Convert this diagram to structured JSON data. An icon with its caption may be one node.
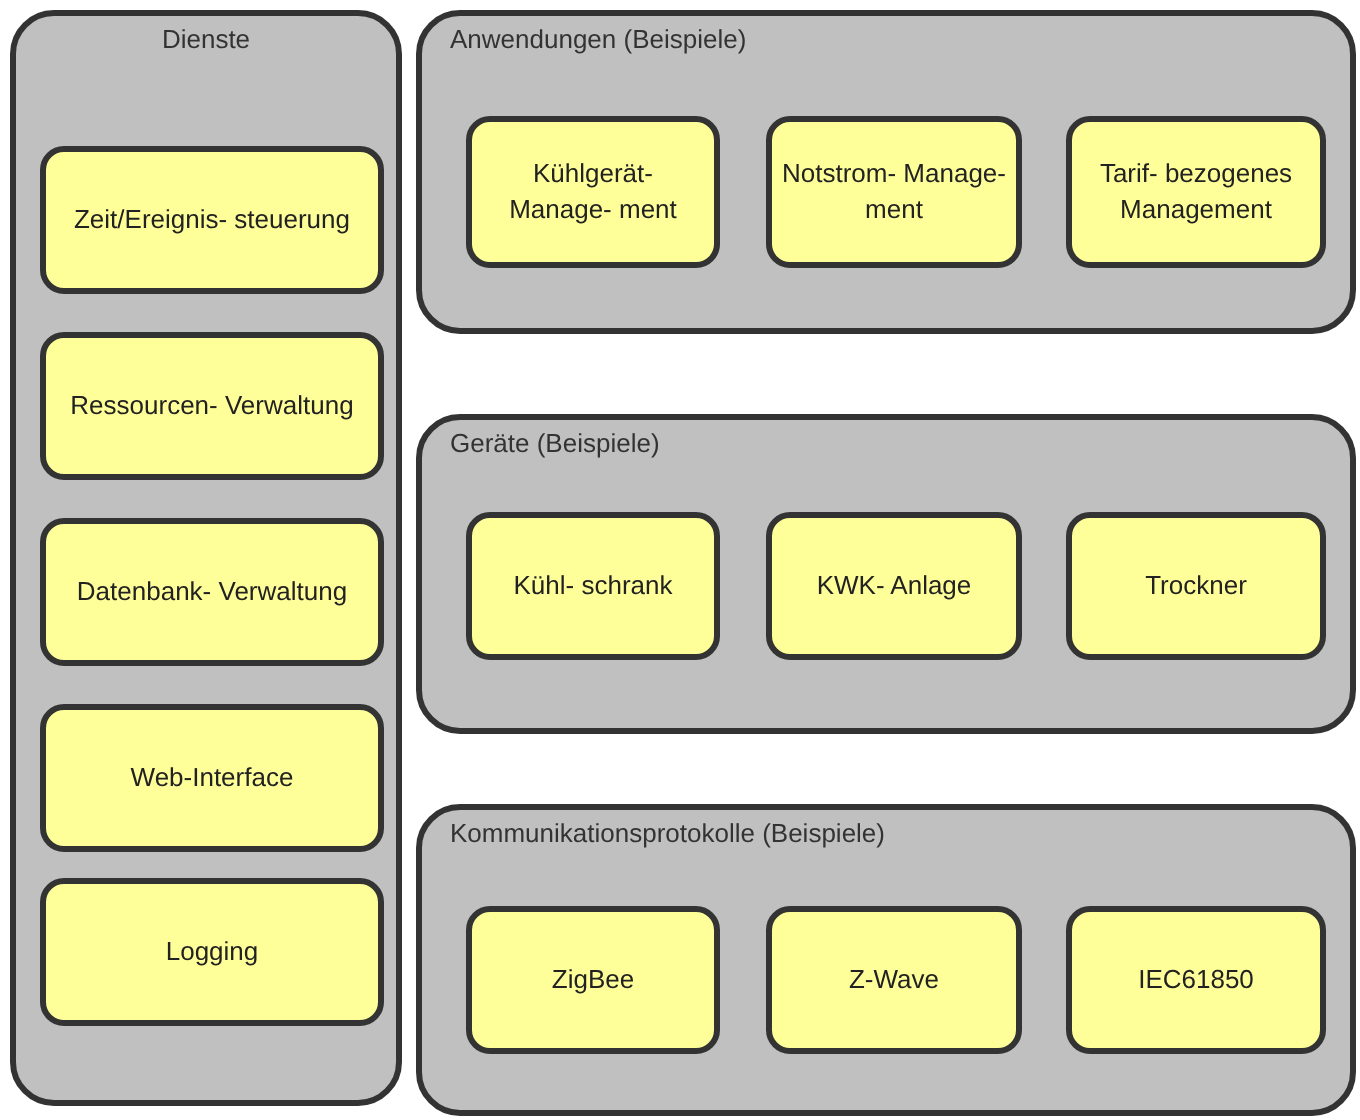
{
  "diagram": {
    "nodes": [
      {
        "text": [
          "Dienste"
        ]
      },
      {
        "text": [
          "Zeit/Ereignis- steuerung"
        ],
        "in": 0
      },
      {
        "text": [
          "Ressourcen- Verwaltung"
        ],
        "in": 0
      },
      {
        "text": [
          "Datenbank- Verwaltung"
        ],
        "in": 0
      },
      {
        "text": [
          "Web-Interface"
        ],
        "in": 0
      },
      {
        "text": [
          "Logging"
        ],
        "in": 0
      },
      {
        "text": [
          "Anwendungen (Beispiele)"
        ]
      },
      {
        "text": [
          "Kühlgerät- Manage- ment"
        ],
        "in": 6
      },
      {
        "text": [
          "Notstrom- Manage- ment"
        ],
        "in": 6
      },
      {
        "text": [
          "Tarif- bezogenes Management"
        ],
        "in": 6
      },
      {
        "text": [
          "Geräte (Beispiele)"
        ]
      },
      {
        "text": [
          "Kühl- schrank"
        ],
        "in": 10
      },
      {
        "text": [
          "KWK- Anlage"
        ],
        "in": 10
      },
      {
        "text": [
          "Trockner"
        ],
        "in": 10
      },
      {
        "text": [
          "Kommunikationsprotokolle (Beispiele)"
        ]
      },
      {
        "text": [
          "ZigBee"
        ],
        "in": 14
      },
      {
        "text": [
          "Z-Wave"
        ],
        "in": 14
      },
      {
        "text": [
          "IEC61850"
        ],
        "in": 14
      }
    ]
  }
}
